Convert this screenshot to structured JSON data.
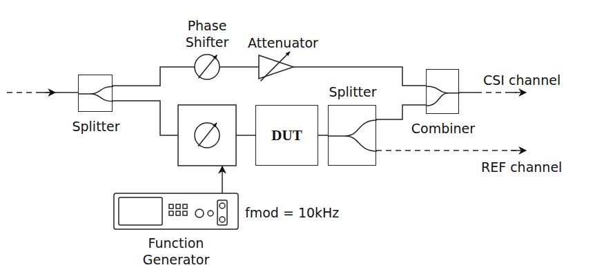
{
  "diagram": {
    "nodes": [
      {
        "text": [
          "Splitter"
        ]
      },
      {
        "text": [
          "Phase Shifter"
        ]
      },
      {
        "text": [
          "Attenuator"
        ]
      },
      {
        "text": [
          "DUT"
        ]
      },
      {
        "text": [
          "Splitter"
        ]
      },
      {
        "text": [
          "Combiner"
        ]
      },
      {
        "text": [
          "Function Generator"
        ]
      }
    ],
    "edges": [
      {
        "from": 0,
        "to": 1,
        "arrow": "none"
      },
      {
        "from": 1,
        "to": 2,
        "arrow": "none"
      },
      {
        "from": 2,
        "to": 5,
        "arrow": "none"
      },
      {
        "from": 3,
        "to": 4,
        "arrow": "none"
      },
      {
        "from": 4,
        "to": 5,
        "arrow": "none"
      }
    ],
    "labels": [
      "CSI channel",
      "REF channel",
      "fmod = 10kHz"
    ]
  }
}
